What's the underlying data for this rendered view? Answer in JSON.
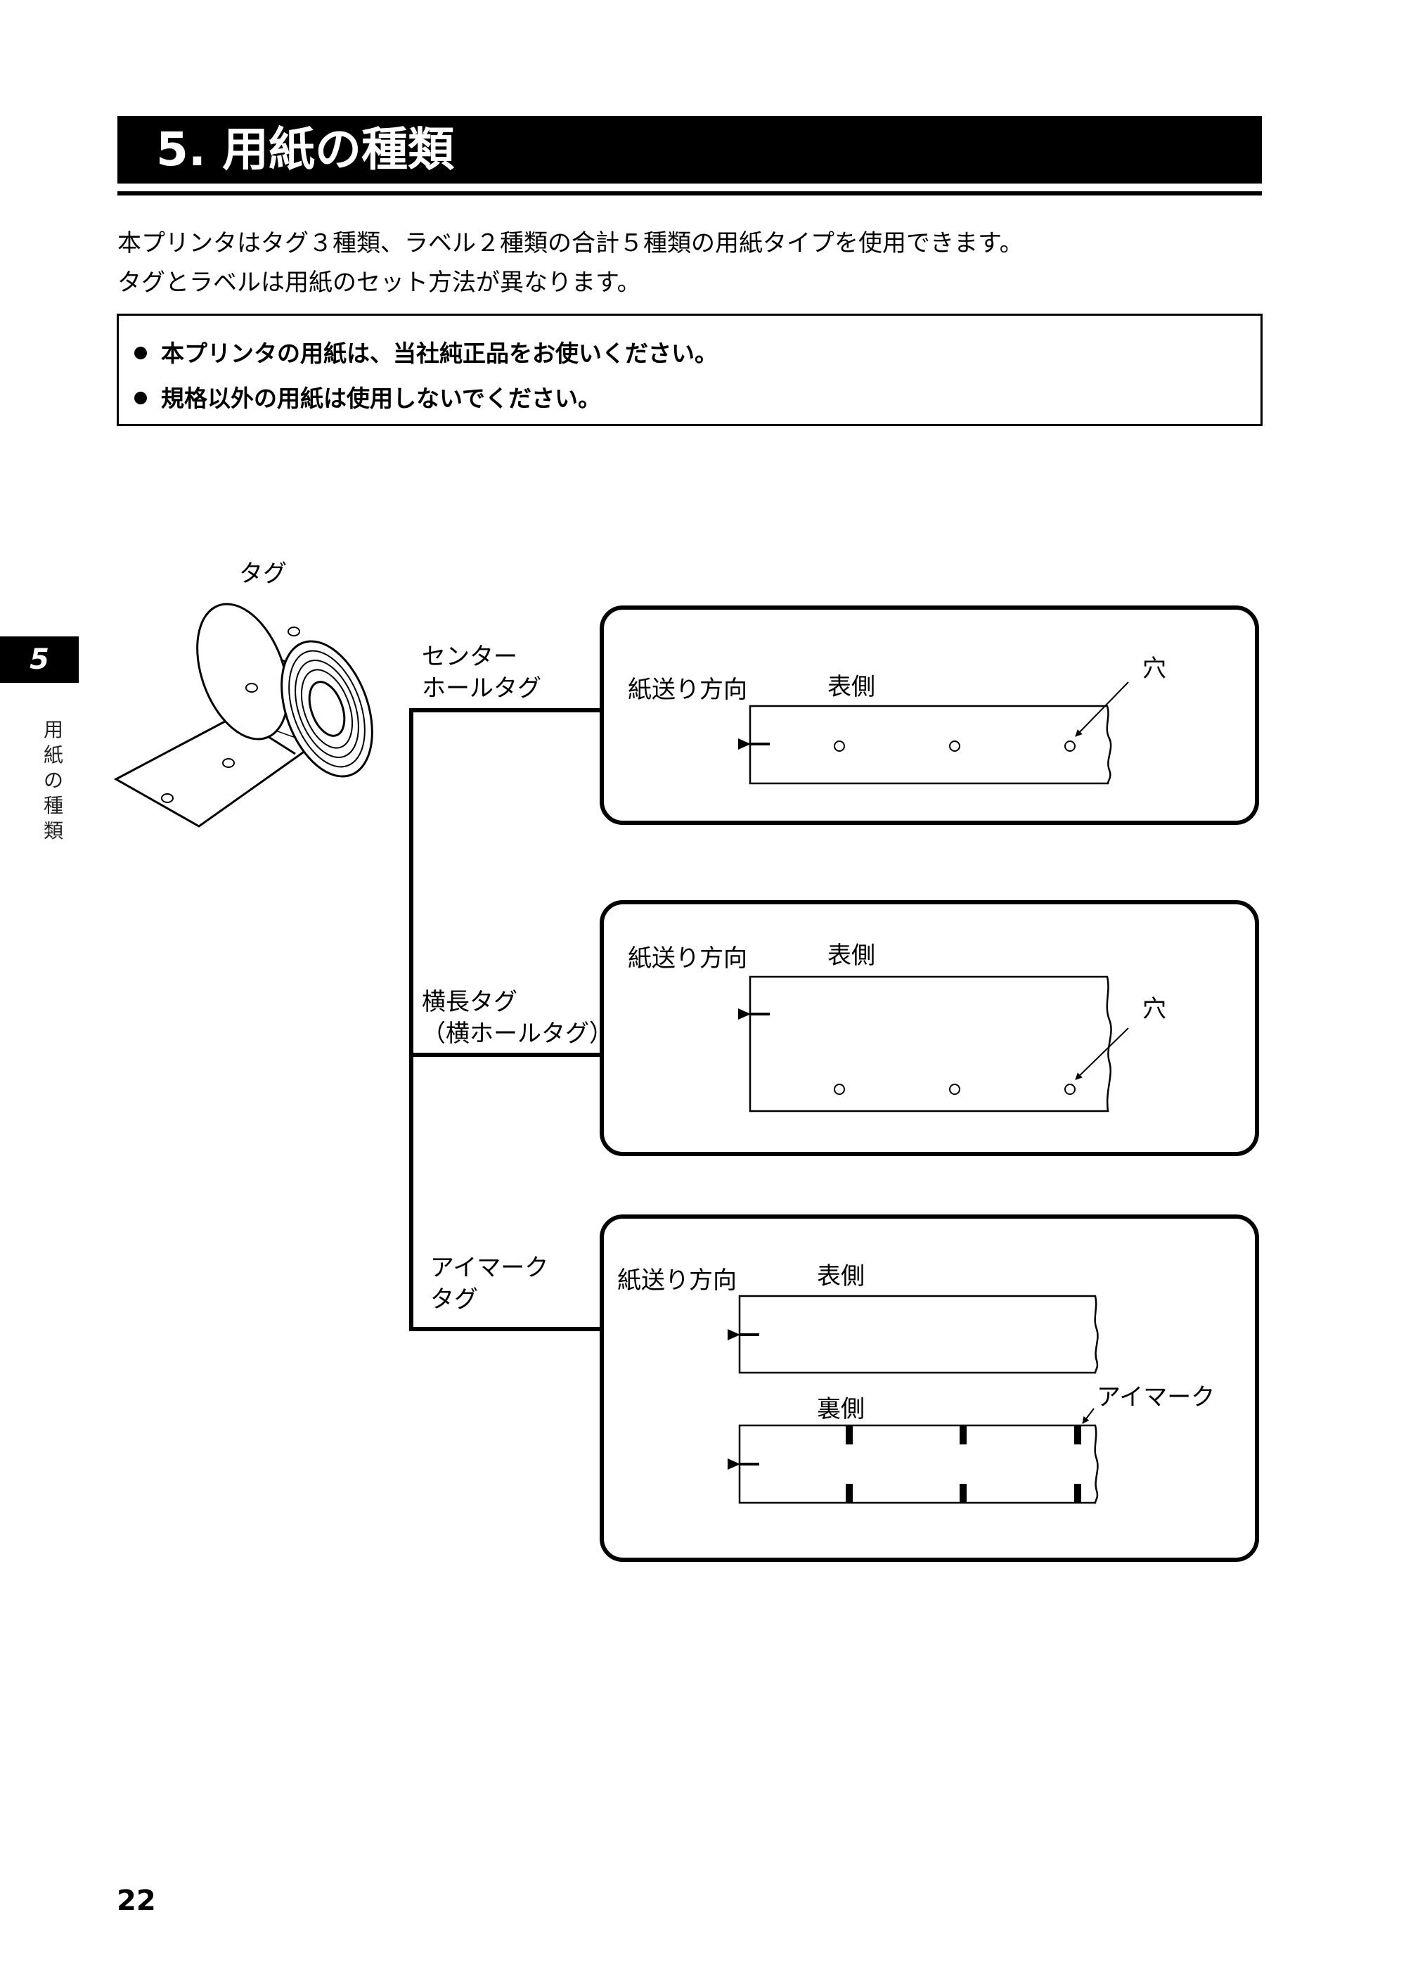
{
  "page": {
    "title": "5. 用紙の種類",
    "intro_lines": [
      "本プリンタはタグ３種類、ラベル２種類の合計５種類の用紙タイプを使用できます。",
      "タグとラベルは用紙のセット方法が異なります。"
    ],
    "notes": [
      "本プリンタの用紙は、当社純正品をお使いください。",
      "規格以外の用紙は使用しないでください。"
    ],
    "chapter_tab": "5",
    "chapter_side_chars": [
      "用",
      "紙",
      "の",
      "種",
      "類"
    ],
    "page_number": "22"
  },
  "diagram": {
    "roll_label": "タグ",
    "types": [
      {
        "name_lines": [
          "センター",
          "ホールタグ"
        ],
        "feed_direction": "紙送り方向",
        "front_label": "表側",
        "hole_label": "穴"
      },
      {
        "name_lines": [
          "横長タグ",
          "（横ホールタグ）"
        ],
        "feed_direction": "紙送り方向",
        "front_label": "表側",
        "hole_label": "穴"
      },
      {
        "name_lines": [
          "アイマーク",
          "タグ"
        ],
        "feed_direction": "紙送り方向",
        "front_label": "表側",
        "back_label": "裏側",
        "eye_mark_label": "アイマーク"
      }
    ]
  }
}
